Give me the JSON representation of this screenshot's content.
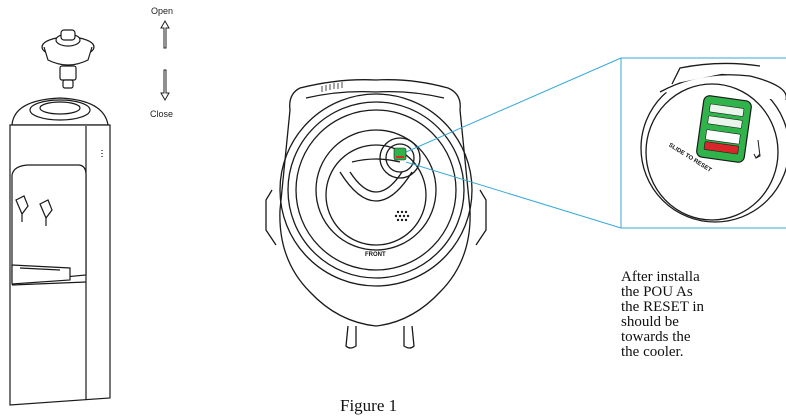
{
  "labels": {
    "open": "Open",
    "close": "Close",
    "front": "FRONT",
    "slide_to_reset": "SLIDE TO RESET"
  },
  "caption": "Figure 1",
  "note_lines": [
    "After installa",
    "the POU As",
    "the RESET in",
    "should  be",
    "towards  the",
    "the cooler."
  ],
  "colors": {
    "indicator_green": "#2fb34a",
    "indicator_red": "#d9262b",
    "callout_line": "#3aa9d8",
    "outline": "#1a1a1a"
  }
}
